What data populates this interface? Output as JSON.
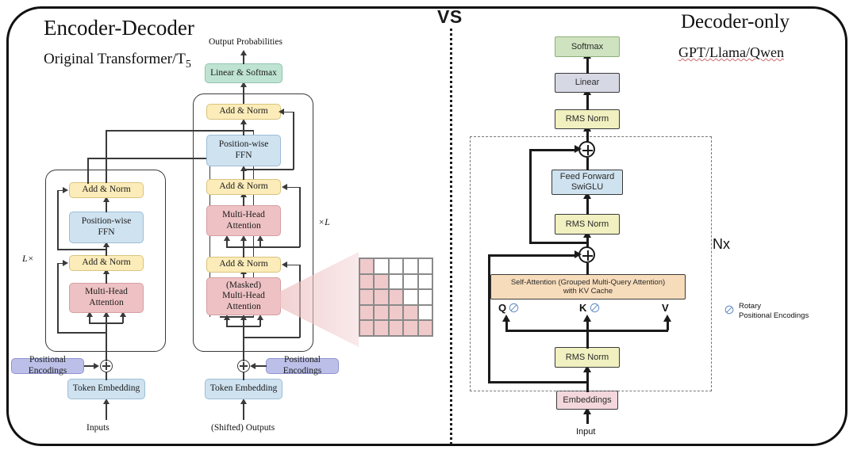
{
  "figure": {
    "divider_label": "VS",
    "left": {
      "title": "Encoder-Decoder",
      "subtitle_plain": "Original Transformer/T",
      "subtitle_sub": "5",
      "encoder_repeat": "L×",
      "decoder_repeat": "×L",
      "encoder": {
        "input_label": "Inputs",
        "token_embedding": "Token Embedding",
        "positional_encodings": "Positional Encodings",
        "blocks": [
          {
            "label": "Multi-Head\nAttention",
            "color": "#eec2c4"
          },
          {
            "label": "Add & Norm",
            "color": "#fcecb9"
          },
          {
            "label": "Position-wise\nFFN",
            "color": "#cfe2f0"
          },
          {
            "label": "Add & Norm",
            "color": "#fcecb9"
          }
        ]
      },
      "decoder": {
        "input_label": "(Shifted) Outputs",
        "token_embedding": "Token Embedding",
        "positional_encodings": "Positional Encodings",
        "output_label": "Output Probabilities",
        "head": "Linear & Softmax",
        "blocks": [
          {
            "label": "(Masked)\nMulti-Head\nAttention",
            "color": "#eec2c4"
          },
          {
            "label": "Add & Norm",
            "color": "#fcecb9"
          },
          {
            "label": "Multi-Head\nAttention",
            "color": "#eec2c4"
          },
          {
            "label": "Add & Norm",
            "color": "#fcecb9"
          },
          {
            "label": "Position-wise\nFFN",
            "color": "#cfe2f0"
          },
          {
            "label": "Add & Norm",
            "color": "#fcecb9"
          }
        ]
      },
      "causal_mask": {
        "rows": 5,
        "cols": 5,
        "on_color": "#f0c9cb",
        "off_color": "#ffffff",
        "matrix": [
          [
            1,
            0,
            0,
            0,
            0
          ],
          [
            1,
            1,
            0,
            0,
            0
          ],
          [
            1,
            1,
            1,
            0,
            0
          ],
          [
            1,
            1,
            1,
            1,
            0
          ],
          [
            1,
            1,
            1,
            1,
            1
          ]
        ]
      }
    },
    "right": {
      "title": "Decoder-only",
      "subtitle": "GPT/Llama/Qwen",
      "repeat_label": "Nx",
      "input_label": "Input",
      "blocks": [
        {
          "label": "Embeddings",
          "color": "#f3d7dc"
        },
        {
          "label": "RMS Norm",
          "color": "#f0f0c0"
        },
        {
          "label": "Self-Attention (Grouped Multi-Query Attention)\nwith KV Cache",
          "color": "#f7dcbb"
        },
        {
          "label": "RMS Norm",
          "color": "#f0f0c0"
        },
        {
          "label": "Feed Forward\nSwiGLU",
          "color": "#cfe2ef"
        },
        {
          "label": "RMS Norm",
          "color": "#f0f0c0"
        },
        {
          "label": "Linear",
          "color": "#d6d8e4"
        },
        {
          "label": "Softmax",
          "color": "#cfe3c0"
        }
      ],
      "attention_block_line1": "Self-Attention (Grouped Multi-Query Attention)",
      "attention_block_line2": "with KV Cache",
      "feed_forward_line1": "Feed Forward",
      "feed_forward_line2": "SwiGLU",
      "qkv": {
        "q": "Q",
        "k": "K",
        "v": "V"
      },
      "legend": {
        "icon": "rotary-icon",
        "line1": "Rotary",
        "line2": "Positional Encodings"
      }
    }
  }
}
